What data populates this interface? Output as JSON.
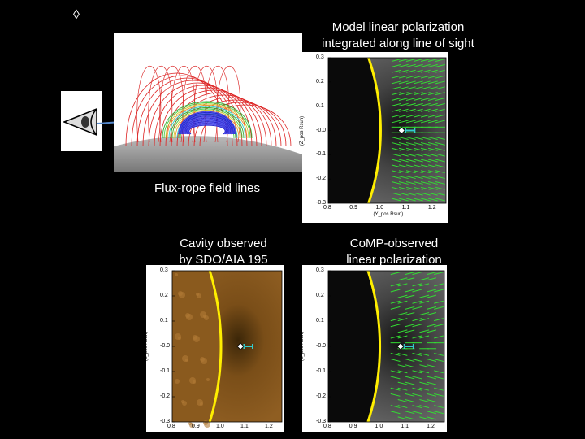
{
  "marker": "◊",
  "captions": {
    "model": "Model linear polarization integrated along line of sight",
    "model_line1": "Model linear polarization",
    "model_line2": "integrated along line of sight",
    "fluxrope": "Flux-rope field lines",
    "cavity_line1": "Cavity observed",
    "cavity_line2": "by SDO/AIA 195",
    "comp_line1": "CoMP-observed",
    "comp_line2": "linear polarization"
  },
  "axes": {
    "ylabel": "(Z_pos Rsun)",
    "xlabel": "(Y_pos Rsun)",
    "yticks": [
      "0.3",
      "0.2",
      "0.1",
      "-0.0",
      "-0.1",
      "-0.2",
      "-0.3"
    ],
    "xticks": [
      "0.8",
      "0.9",
      "1.0",
      "1.1",
      "1.2"
    ]
  },
  "colors": {
    "limb": "#ffee00",
    "vectors": "#33dd33",
    "errorbar": "#33cccc",
    "arrow": "#5588cc"
  },
  "icons": {
    "eye": "eye-icon"
  }
}
